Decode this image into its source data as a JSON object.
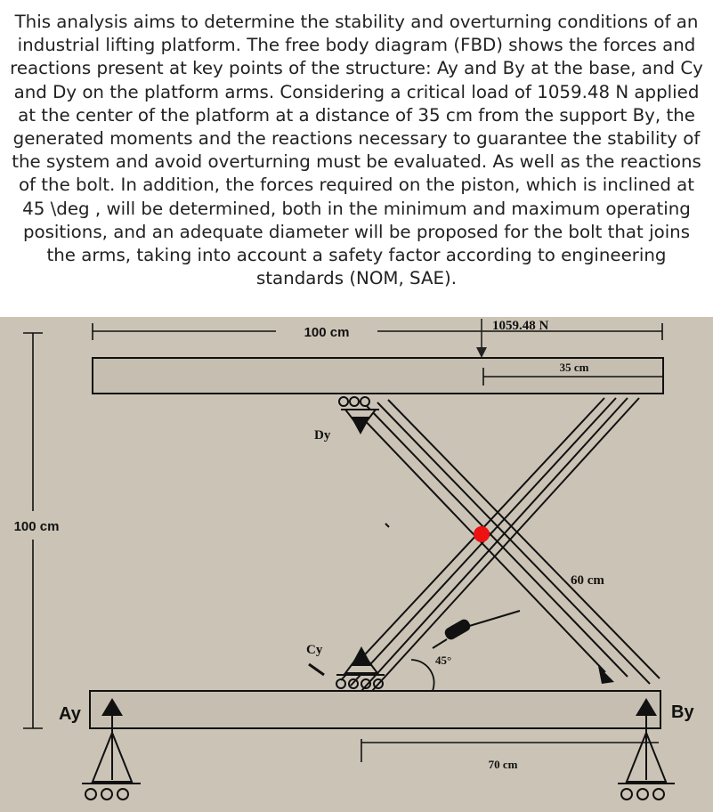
{
  "problem_text": "This analysis aims to determine the stability and overturning conditions of an industrial lifting platform. The free body diagram (FBD) shows the forces and reactions present at key points of the structure: Ay and By at the base, and Cy and Dy on the platform arms. Considering a critical load of 1059.48 N applied at the center of the platform at a distance of 35 cm from the support By, the generated moments and the reactions necessary to guarantee the stability of the system and avoid overturning must be evaluated. As well as the reactions of the bolt. In addition, the forces required on the piston, which is inclined at 45 \\deg , will be determined, both in the minimum and maximum operating positions, and an adequate diameter will be proposed for the bolt that joins the arms, taking into account a safety factor according to engineering standards (NOM, SAE).",
  "diagram": {
    "background_color": "#cbc4b6",
    "labels": {
      "top_width": "100 cm",
      "load": "1059.48 N",
      "load_offset": "35 cm",
      "height": "100 cm",
      "arm_length": "60 cm",
      "base_offset": "70 cm",
      "piston_angle": "45°",
      "reaction_a": "Ay",
      "reaction_b": "By",
      "reaction_c": "Cy",
      "reaction_d": "Dy"
    },
    "markers": {
      "bolt_color": "#ee1111"
    }
  }
}
